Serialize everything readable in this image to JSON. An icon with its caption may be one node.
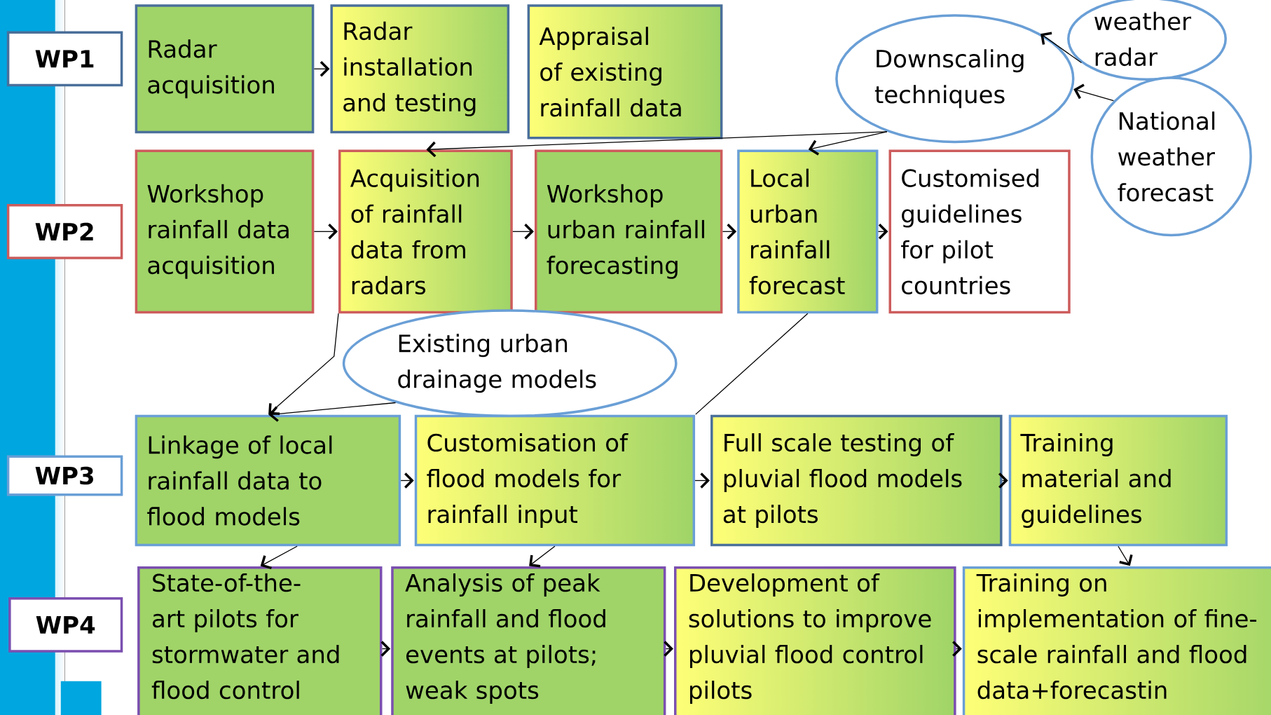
{
  "diagram": {
    "nodes": [
      {
        "text": [
          "WP1"
        ]
      },
      {
        "text": [
          "Radar acquisition"
        ]
      },
      {
        "text": [
          "Radar installation and testing"
        ]
      },
      {
        "text": [
          "Appraisal of existing rainfall  data"
        ]
      },
      {
        "text": [
          "weather radar"
        ]
      },
      {
        "text": [
          "Downscaling techniques"
        ]
      },
      {
        "text": [
          "National weather forecast"
        ]
      },
      {
        "text": [
          "WP2"
        ]
      },
      {
        "text": [
          "Workshop rainfall data acquisition"
        ]
      },
      {
        "text": [
          "Acquisition of rainfall data from radars"
        ]
      },
      {
        "text": [
          "Workshop urban rainfall forecasting"
        ]
      },
      {
        "text": [
          "Local urban rainfall forecast"
        ]
      },
      {
        "text": [
          "Customised guidelines for pilot countries"
        ]
      },
      {
        "text": [
          "Existing urban drainage models"
        ]
      },
      {
        "text": [
          "WP3"
        ]
      },
      {
        "text": [
          "Linkage of local rainfall data to flood models"
        ]
      },
      {
        "text": [
          "Customisation of flood models for rainfall input"
        ]
      },
      {
        "text": [
          "Full scale testing of pluvial flood models at pilots"
        ]
      },
      {
        "text": [
          "Training material and guidelines"
        ]
      },
      {
        "text": [
          "WP4"
        ]
      },
      {
        "text": [
          "State-of-the-art pilots for stormwater and flood control"
        ]
      },
      {
        "text": [
          "Analysis of peak rainfall and flood events at pilots; weak spots"
        ]
      },
      {
        "text": [
          "Development of solutions to improve pluvial flood control pilots"
        ]
      },
      {
        "text": [
          "Training on implementation of fine-scale rainfall and flood data+forecastin"
        ]
      }
    ],
    "edges": [
      {
        "from": 1,
        "to": 2,
        "arrow": "to"
      },
      {
        "from": 4,
        "to": 5,
        "arrow": "to"
      },
      {
        "from": 6,
        "to": 5,
        "arrow": "to"
      },
      {
        "from": 5,
        "to": 9,
        "arrow": "to"
      },
      {
        "from": 5,
        "to": 11,
        "arrow": "to"
      },
      {
        "from": 8,
        "to": 9,
        "arrow": "to"
      },
      {
        "from": 9,
        "to": 10,
        "arrow": "to"
      },
      {
        "from": 10,
        "to": 11,
        "arrow": "to"
      },
      {
        "from": 11,
        "to": 12,
        "arrow": "to"
      },
      {
        "from": 9,
        "to": 15,
        "arrow": "to"
      },
      {
        "from": 13,
        "to": 15,
        "arrow": "to"
      },
      {
        "from": 11,
        "to": 16,
        "arrow": "none"
      },
      {
        "from": 15,
        "to": 16,
        "arrow": "to"
      },
      {
        "from": 16,
        "to": 17,
        "arrow": "to"
      },
      {
        "from": 17,
        "to": 18,
        "arrow": "to"
      },
      {
        "from": 15,
        "to": 20,
        "arrow": "to"
      },
      {
        "from": 16,
        "to": 21,
        "arrow": "to"
      },
      {
        "from": 18,
        "to": 23,
        "arrow": "to"
      },
      {
        "from": 20,
        "to": 21,
        "arrow": "to"
      },
      {
        "from": 21,
        "to": 22,
        "arrow": "to"
      },
      {
        "from": 22,
        "to": 23,
        "arrow": "to"
      }
    ]
  }
}
